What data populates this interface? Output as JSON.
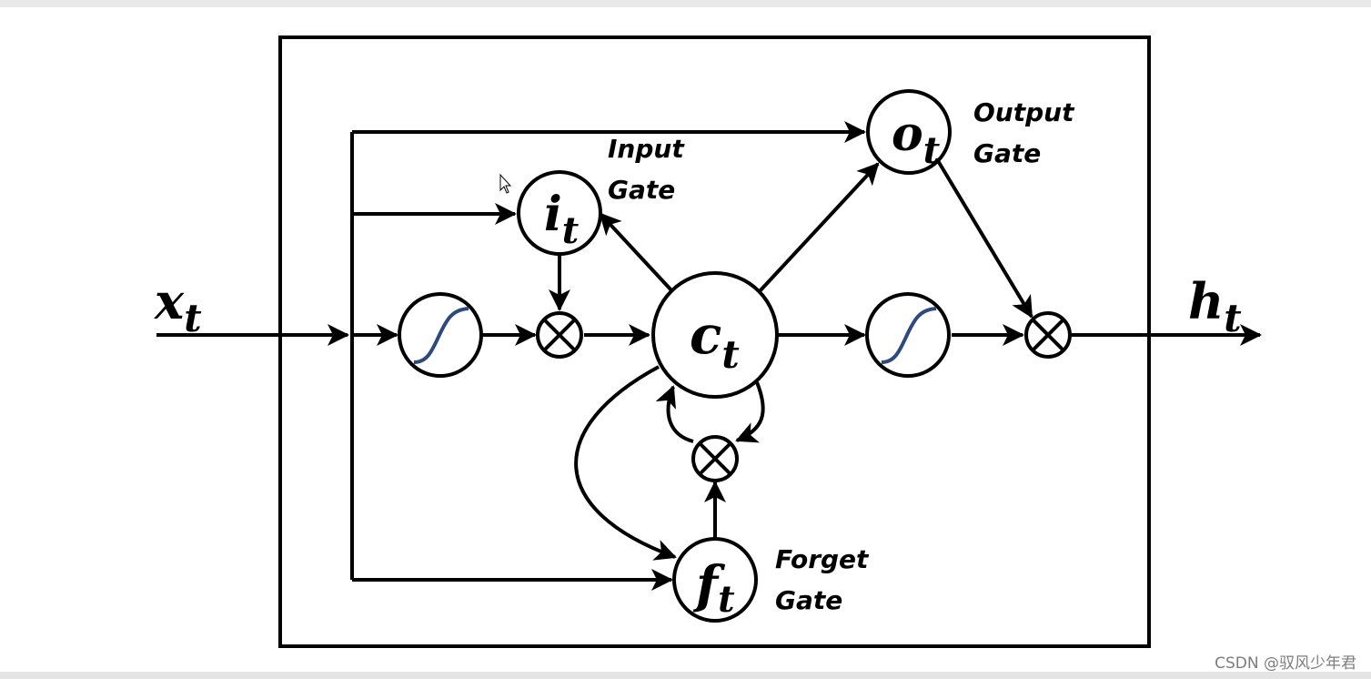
{
  "diagram": {
    "input_symbol": "x",
    "input_subscript": "t",
    "output_symbol": "h",
    "output_subscript": "t",
    "cell_symbol": "c",
    "cell_subscript": "t",
    "input_gate": {
      "symbol": "i",
      "subscript": "t",
      "label_line1": "Input",
      "label_line2": "Gate"
    },
    "output_gate": {
      "symbol": "o",
      "subscript": "t",
      "label_line1": "Output",
      "label_line2": "Gate"
    },
    "forget_gate": {
      "symbol": "f",
      "subscript": "t",
      "label_line1": "Forget",
      "label_line2": "Gate"
    },
    "sigmoid_color": "#2e4a7d"
  },
  "watermark": "CSDN @驭风少年君"
}
